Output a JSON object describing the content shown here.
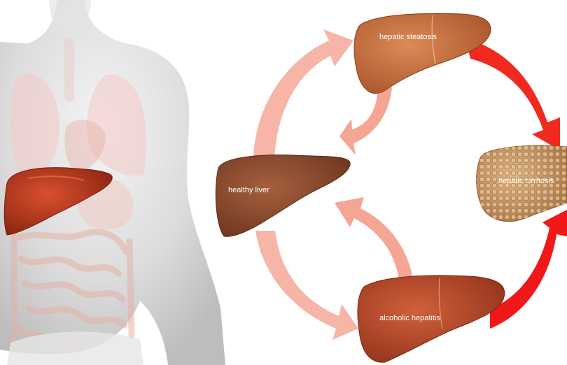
{
  "nodes": {
    "healthy": {
      "label": "healthy liver"
    },
    "steatosis": {
      "label": "hepatic steatosis"
    },
    "cirrhosis": {
      "label": "hepatic cirrhosis"
    },
    "hepatitis": {
      "label": "alcoholic hepatitis"
    }
  },
  "colors": {
    "background": "#ffffff",
    "body_skin": "#d6d6d6",
    "arrow_light": "#f4a99a",
    "arrow_red": "#f01818",
    "healthy_liver": "#8a4a2c",
    "steatosis_liver": "#c8703f",
    "hepatitis_liver": "#b8472a",
    "cirrhosis_liver": "#c99a6a",
    "body_liver": "#b3331c"
  }
}
